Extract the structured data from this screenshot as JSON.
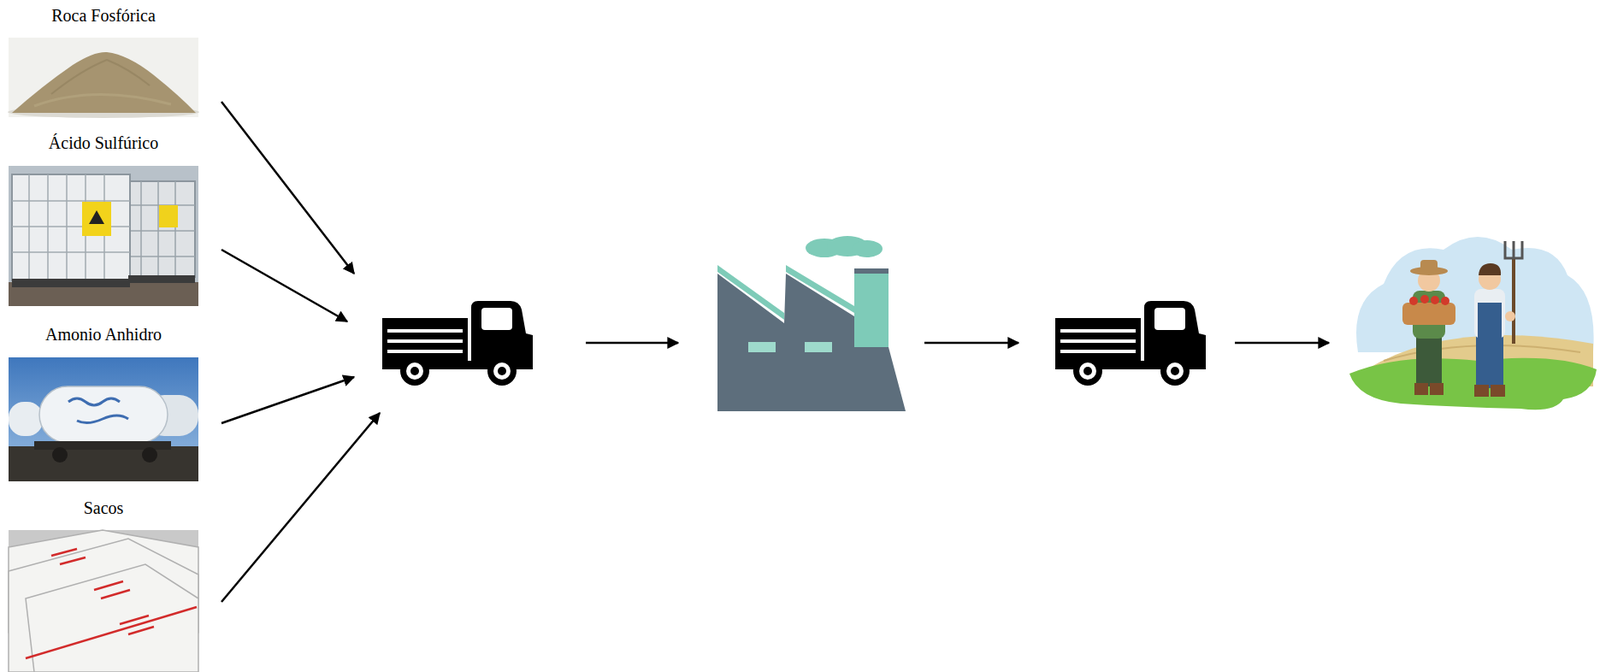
{
  "diagram": {
    "nodes": [
      {
        "text": [
          "Roca Fosfórica"
        ]
      },
      {
        "text": [
          "Ácido Sulfúrico"
        ]
      },
      {
        "text": [
          "Amonio Anhidro"
        ]
      },
      {
        "text": [
          "Sacos"
        ]
      }
    ]
  }
}
